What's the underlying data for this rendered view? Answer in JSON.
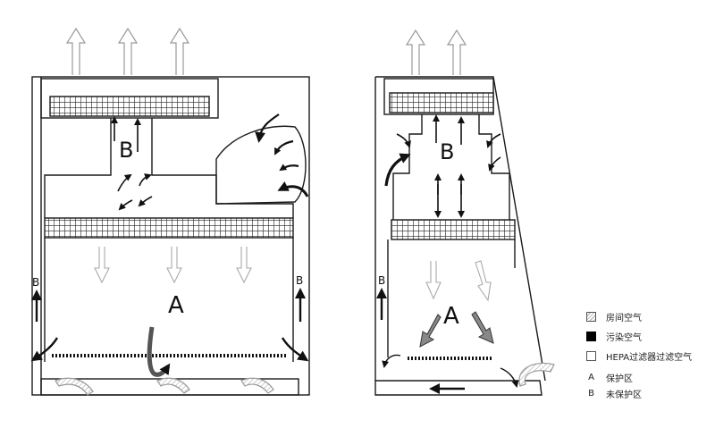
{
  "front_view": {
    "zone_a_label": "A",
    "zone_b_label": "B",
    "side_label_left": "B",
    "side_label_right": "B"
  },
  "side_view": {
    "zone_a_label": "A",
    "zone_b_label": "B",
    "side_label_left": "B"
  },
  "legend": {
    "room_air": "房间空气",
    "contaminated_air": "污染空气",
    "hepa_air": "HEPA过滤器过滤空气",
    "key_a": "A",
    "key_a_desc": "保护区",
    "key_b": "B",
    "key_b_desc": "未保护区"
  },
  "colors": {
    "line": "#1a1a1a",
    "contaminated": "#000000",
    "filtered_arrow": "#b0b0b0",
    "grey_arrow": "#777777"
  }
}
